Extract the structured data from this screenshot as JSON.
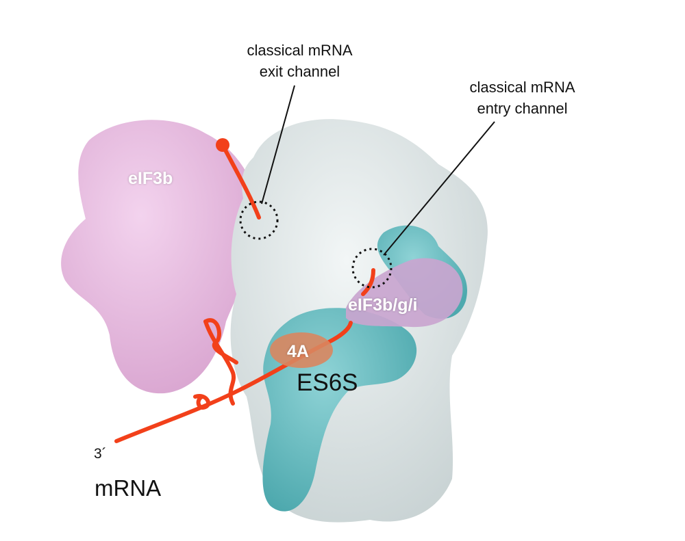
{
  "labels": {
    "exit_channel": {
      "line1": "classical mRNA",
      "line2": "exit channel"
    },
    "entry_channel": {
      "line1": "classical mRNA",
      "line2": "entry channel"
    },
    "eif3b": "eIF3b",
    "eif3bgi": "eIF3b/g/i",
    "eif4a": "4A",
    "es6s": "ES6S",
    "three_prime": "3´",
    "mrna": "mRNA"
  },
  "colors": {
    "eif3": "#e9bde2",
    "ribosome": "#dfe7e7",
    "es6s": "#6fc1c6",
    "mrna": "#f2401a",
    "eif4a": "#d9865f"
  }
}
